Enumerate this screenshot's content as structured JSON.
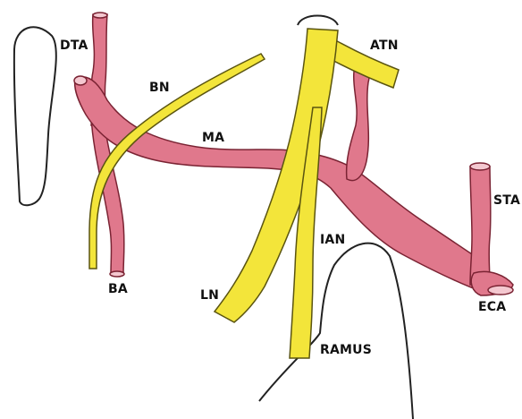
{
  "labels": {
    "dta": "DTA",
    "bn": "BN",
    "ma": "MA",
    "atn": "ATN",
    "sta": "STA",
    "ian": "IAN",
    "ln": "LN",
    "ba": "BA",
    "eca": "ECA",
    "ramus": "RAMUS"
  },
  "colors": {
    "artery_fill": "#e0788c",
    "artery_stroke": "#7a2333",
    "nerve_fill": "#f3e53a",
    "nerve_stroke": "#5a5410",
    "outline": "#222222"
  }
}
